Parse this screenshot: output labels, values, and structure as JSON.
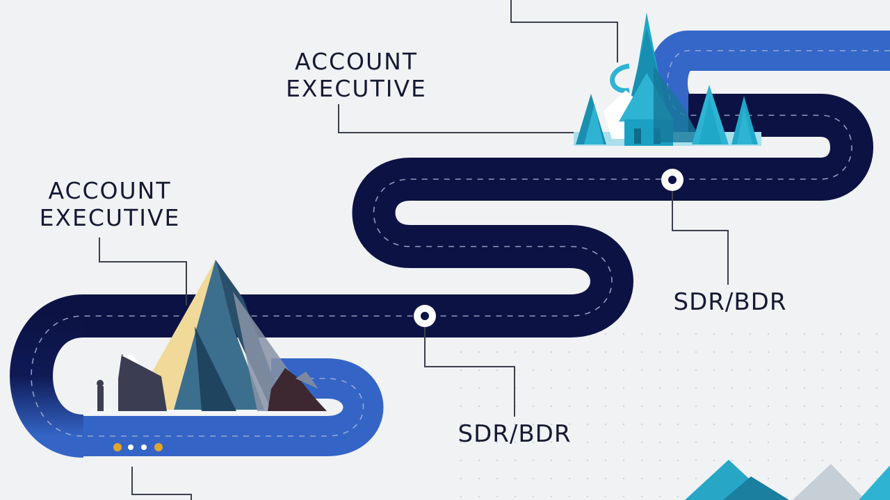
{
  "labels": {
    "account_executive_top": {
      "line1": "ACCOUNT",
      "line2": "EXECUTIVE"
    },
    "account_executive_left": {
      "line1": "ACCOUNT",
      "line2": "EXECUTIVE"
    },
    "sdr_bdr_right": "SDR/BDR",
    "sdr_bdr_bottom": "SDR/BDR"
  },
  "colors": {
    "background": "#f1f2f4",
    "road_dark": "#0c1344",
    "road_blue": "#3465c6",
    "road_dash": "#a9b3d6",
    "leader_line": "#3b3f4c",
    "text": "#151a33",
    "marker_gold": "#e0a52c",
    "teal": "#1fa8c8",
    "sand": "#f1d99a"
  },
  "icons": [
    "mountain-peak-illustration",
    "forest-village-illustration",
    "milestone-marker-icon"
  ]
}
